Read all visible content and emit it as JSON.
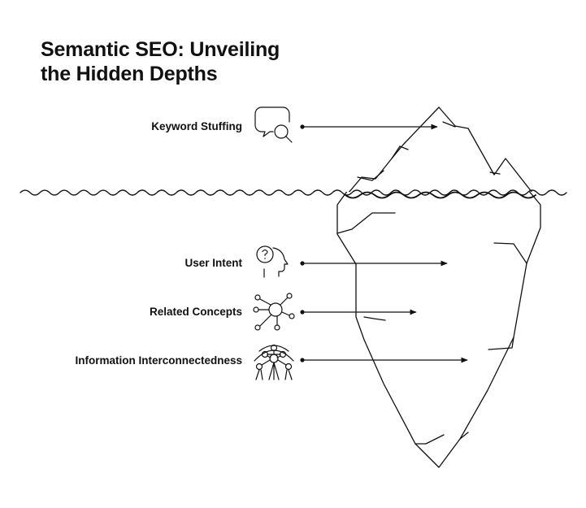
{
  "title": {
    "line1": "Semantic SEO: Unveiling",
    "line2": "the Hidden Depths"
  },
  "items": [
    {
      "label": "Keyword Stuffing",
      "icon": "chat-search-icon"
    },
    {
      "label": "User Intent",
      "icon": "head-question-icon"
    },
    {
      "label": "Related Concepts",
      "icon": "network-hub-icon"
    },
    {
      "label": "Information Interconnectedness",
      "icon": "atom-structure-icon"
    }
  ],
  "colors": {
    "ink": "#111111",
    "background": "#ffffff"
  }
}
